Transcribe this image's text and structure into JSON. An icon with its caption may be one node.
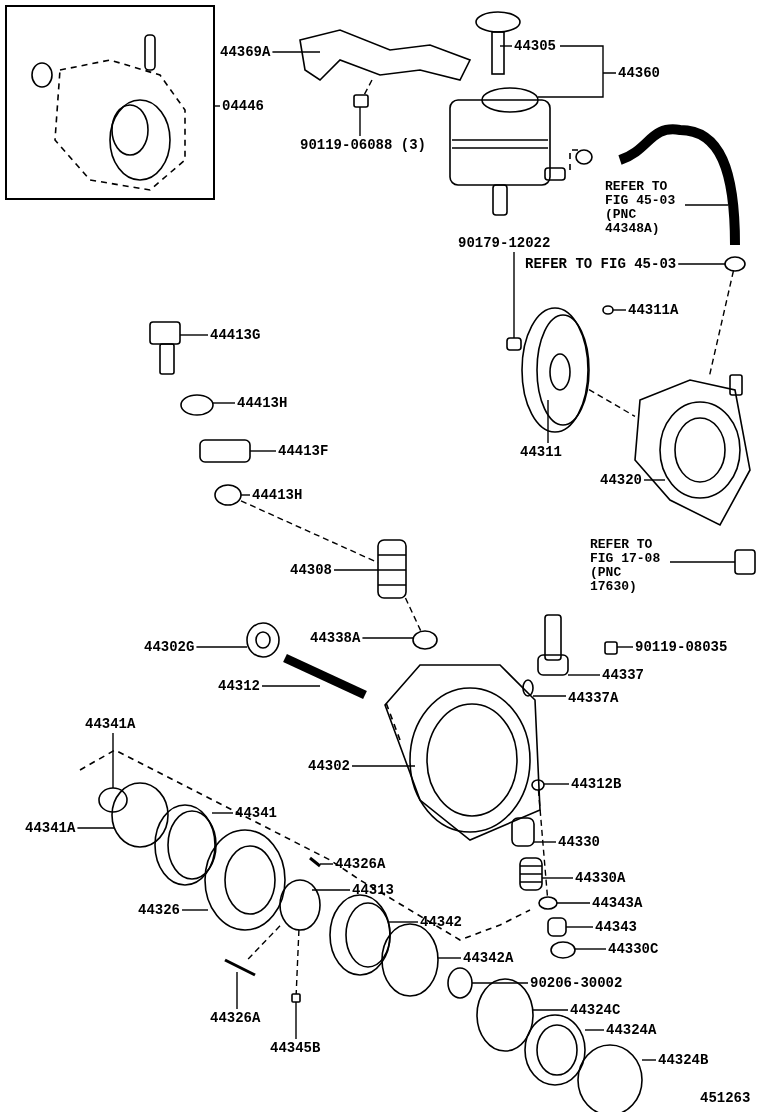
{
  "diagram": {
    "nodes": [
      {
        "text": [],
        "shape": "box"
      },
      {
        "text": [
          "04446"
        ]
      },
      {
        "text": [
          "44369A"
        ]
      },
      {
        "text": [
          "44305"
        ]
      },
      {
        "text": [
          "44360"
        ]
      },
      {
        "text": [
          "90119-06088 (3)"
        ]
      },
      {
        "text": [
          "REFER TO FIG 45-03 (PNC 44348A)"
        ]
      },
      {
        "text": [
          "REFER TO FIG 45-03"
        ]
      },
      {
        "text": [
          "90179-12022"
        ]
      },
      {
        "text": [
          "44311A"
        ]
      },
      {
        "text": [
          "44413G"
        ]
      },
      {
        "text": [
          "44413H"
        ]
      },
      {
        "text": [
          "44413F"
        ]
      },
      {
        "text": [
          "44311"
        ]
      },
      {
        "text": [
          "44413H"
        ]
      },
      {
        "text": [
          "44320"
        ]
      },
      {
        "text": [
          "REFER TO FIG 17-08 (PNC 17630)"
        ]
      },
      {
        "text": [
          "44308"
        ]
      },
      {
        "text": [
          "44302G"
        ]
      },
      {
        "text": [
          "44338A"
        ]
      },
      {
        "text": [
          "90119-08035"
        ]
      },
      {
        "text": [
          "44337"
        ]
      },
      {
        "text": [
          "44337A"
        ]
      },
      {
        "text": [
          "44312"
        ]
      },
      {
        "text": [
          "44341A"
        ]
      },
      {
        "text": [
          "44302"
        ]
      },
      {
        "text": [
          "44312B"
        ]
      },
      {
        "text": [
          "44341A"
        ]
      },
      {
        "text": [
          "44341"
        ]
      },
      {
        "text": [
          "44330"
        ]
      },
      {
        "text": [
          "44326A"
        ]
      },
      {
        "text": [
          "44330A"
        ]
      },
      {
        "text": [
          "44313"
        ]
      },
      {
        "text": [
          "44343A"
        ]
      },
      {
        "text": [
          "44326"
        ]
      },
      {
        "text": [
          "44342"
        ]
      },
      {
        "text": [
          "44343"
        ]
      },
      {
        "text": [
          "44330C"
        ]
      },
      {
        "text": [
          "44342A"
        ]
      },
      {
        "text": [
          "90206-30002"
        ]
      },
      {
        "text": [
          "44324C"
        ]
      },
      {
        "text": [
          "44326A"
        ]
      },
      {
        "text": [
          "44324A"
        ]
      },
      {
        "text": [
          "44345B"
        ]
      },
      {
        "text": [
          "44324B"
        ]
      },
      {
        "text": [],
        "shape": "picture"
      },
      {
        "text": [],
        "shape": "picture"
      },
      {
        "text": [],
        "shape": "picture"
      },
      {
        "text": [],
        "shape": "picture"
      },
      {
        "text": [],
        "shape": "circle"
      },
      {
        "text": [],
        "shape": "box"
      },
      {
        "text": [],
        "shape": "picture"
      },
      {
        "text": [],
        "shape": "picture"
      },
      {
        "text": [],
        "shape": "picture"
      },
      {
        "text": [],
        "shape": "picture"
      },
      {
        "text": [],
        "shape": "picture"
      },
      {
        "text": [],
        "shape": "picture"
      },
      {
        "text": [],
        "shape": "picture"
      },
      {
        "text": [],
        "shape": "box"
      },
      {
        "text": [],
        "shape": "picture"
      },
      {
        "text": [],
        "shape": "picture"
      },
      {
        "text": [],
        "shape": "circle"
      },
      {
        "text": [],
        "shape": "picture"
      },
      {
        "text": [],
        "shape": "picture"
      },
      {
        "text": [],
        "shape": "picture"
      },
      {
        "text": [],
        "shape": "picture"
      },
      {
        "text": [],
        "shape": "circle"
      },
      {
        "text": [],
        "shape": "picture"
      },
      {
        "text": [],
        "shape": "picture"
      },
      {
        "text": [],
        "shape": "circle"
      },
      {
        "text": [],
        "shape": "picture"
      },
      {
        "text": [],
        "shape": "picture"
      },
      {
        "text": [],
        "shape": "picture"
      },
      {
        "text": [],
        "shape": "picture"
      },
      {
        "text": [],
        "shape": "picture"
      },
      {
        "text": [],
        "shape": "picture"
      },
      {
        "text": [],
        "shape": "picture"
      },
      {
        "text": [],
        "shape": "picture"
      },
      {
        "text": [],
        "shape": "picture"
      },
      {
        "text": [],
        "shape": "picture"
      },
      {
        "text": [],
        "shape": "picture"
      },
      {
        "text": [],
        "shape": "picture"
      },
      {
        "text": [],
        "shape": "picture"
      },
      {
        "text": [],
        "shape": "picture"
      },
      {
        "text": [],
        "shape": "picture"
      },
      {
        "text": [],
        "shape": "picture"
      },
      {
        "text": [],
        "shape": "picture"
      }
    ],
    "edges": [
      {
        "from": 1,
        "to": 0,
        "arrow": "none"
      },
      {
        "from": 2,
        "to": 45,
        "arrow": "none"
      },
      {
        "from": 3,
        "to": 46,
        "arrow": "none"
      },
      {
        "from": 4,
        "to": null,
        "arrow": "none"
      },
      {
        "from": 5,
        "to": 47,
        "arrow": "none"
      },
      {
        "from": 6,
        "to": 48,
        "arrow": "none"
      },
      {
        "from": 7,
        "to": 49,
        "arrow": "none"
      },
      {
        "from": 8,
        "to": 50,
        "arrow": "none"
      },
      {
        "from": 9,
        "to": 51,
        "arrow": "none"
      },
      {
        "from": 10,
        "to": 52,
        "arrow": "none"
      },
      {
        "from": 11,
        "to": 53,
        "arrow": "none"
      },
      {
        "from": 12,
        "to": 54,
        "arrow": "none"
      },
      {
        "from": 13,
        "to": 55,
        "arrow": "none"
      },
      {
        "from": 14,
        "to": 56,
        "arrow": "none"
      },
      {
        "from": 15,
        "to": 57,
        "arrow": "none"
      },
      {
        "from": 16,
        "to": 58,
        "arrow": "none"
      },
      {
        "from": 17,
        "to": 59,
        "arrow": "none"
      },
      {
        "from": 18,
        "to": 60,
        "arrow": "none"
      },
      {
        "from": 19,
        "to": 61,
        "arrow": "none"
      },
      {
        "from": 20,
        "to": 62,
        "arrow": "none"
      },
      {
        "from": 21,
        "to": 63,
        "arrow": "none"
      },
      {
        "from": 22,
        "to": 64,
        "arrow": "none"
      },
      {
        "from": 23,
        "to": 65,
        "arrow": "none"
      },
      {
        "from": 24,
        "to": 66,
        "arrow": "none"
      },
      {
        "from": 25,
        "to": 67,
        "arrow": "none"
      },
      {
        "from": 26,
        "to": 68,
        "arrow": "none"
      },
      {
        "from": 27,
        "to": 69,
        "arrow": "none"
      },
      {
        "from": 28,
        "to": 70,
        "arrow": "none"
      },
      {
        "from": 29,
        "to": 71,
        "arrow": "none"
      },
      {
        "from": 30,
        "to": 72,
        "arrow": "none"
      },
      {
        "from": 31,
        "to": 73,
        "arrow": "none"
      },
      {
        "from": 32,
        "to": 74,
        "arrow": "none"
      },
      {
        "from": 33,
        "to": 75,
        "arrow": "none"
      },
      {
        "from": 34,
        "to": 76,
        "arrow": "none"
      },
      {
        "from": 35,
        "to": 77,
        "arrow": "none"
      },
      {
        "from": 36,
        "to": 78,
        "arrow": "none"
      },
      {
        "from": 37,
        "to": 79,
        "arrow": "none"
      },
      {
        "from": 38,
        "to": 80,
        "arrow": "none"
      },
      {
        "from": 39,
        "to": 81,
        "arrow": "none"
      },
      {
        "from": 40,
        "to": 82,
        "arrow": "none"
      },
      {
        "from": 41,
        "to": 83,
        "arrow": "none"
      },
      {
        "from": 42,
        "to": 84,
        "arrow": "none"
      },
      {
        "from": 43,
        "to": 85,
        "arrow": "none"
      },
      {
        "from": 44,
        "to": 86,
        "arrow": "none"
      },
      {
        "from": 45,
        "to": 47,
        "arrow": "none",
        "style": "dashed"
      },
      {
        "from": 49,
        "to": 57,
        "arrow": "none",
        "style": "dashed"
      },
      {
        "from": 55,
        "to": 57,
        "arrow": "none",
        "style": "dashed"
      },
      {
        "from": 56,
        "to": 59,
        "arrow": "none",
        "style": "dashed"
      },
      {
        "from": 59,
        "to": 61,
        "arrow": "none",
        "style": "dashed"
      },
      {
        "from": 74,
        "to": 83,
        "arrow": "none",
        "style": "dashed"
      },
      {
        "from": 74,
        "to": 85,
        "arrow": "none",
        "style": "dashed"
      },
      {
        "from": 68,
        "to": 75,
        "arrow": "none",
        "style": "dashed"
      }
    ],
    "labels": [
      "451263"
    ]
  }
}
